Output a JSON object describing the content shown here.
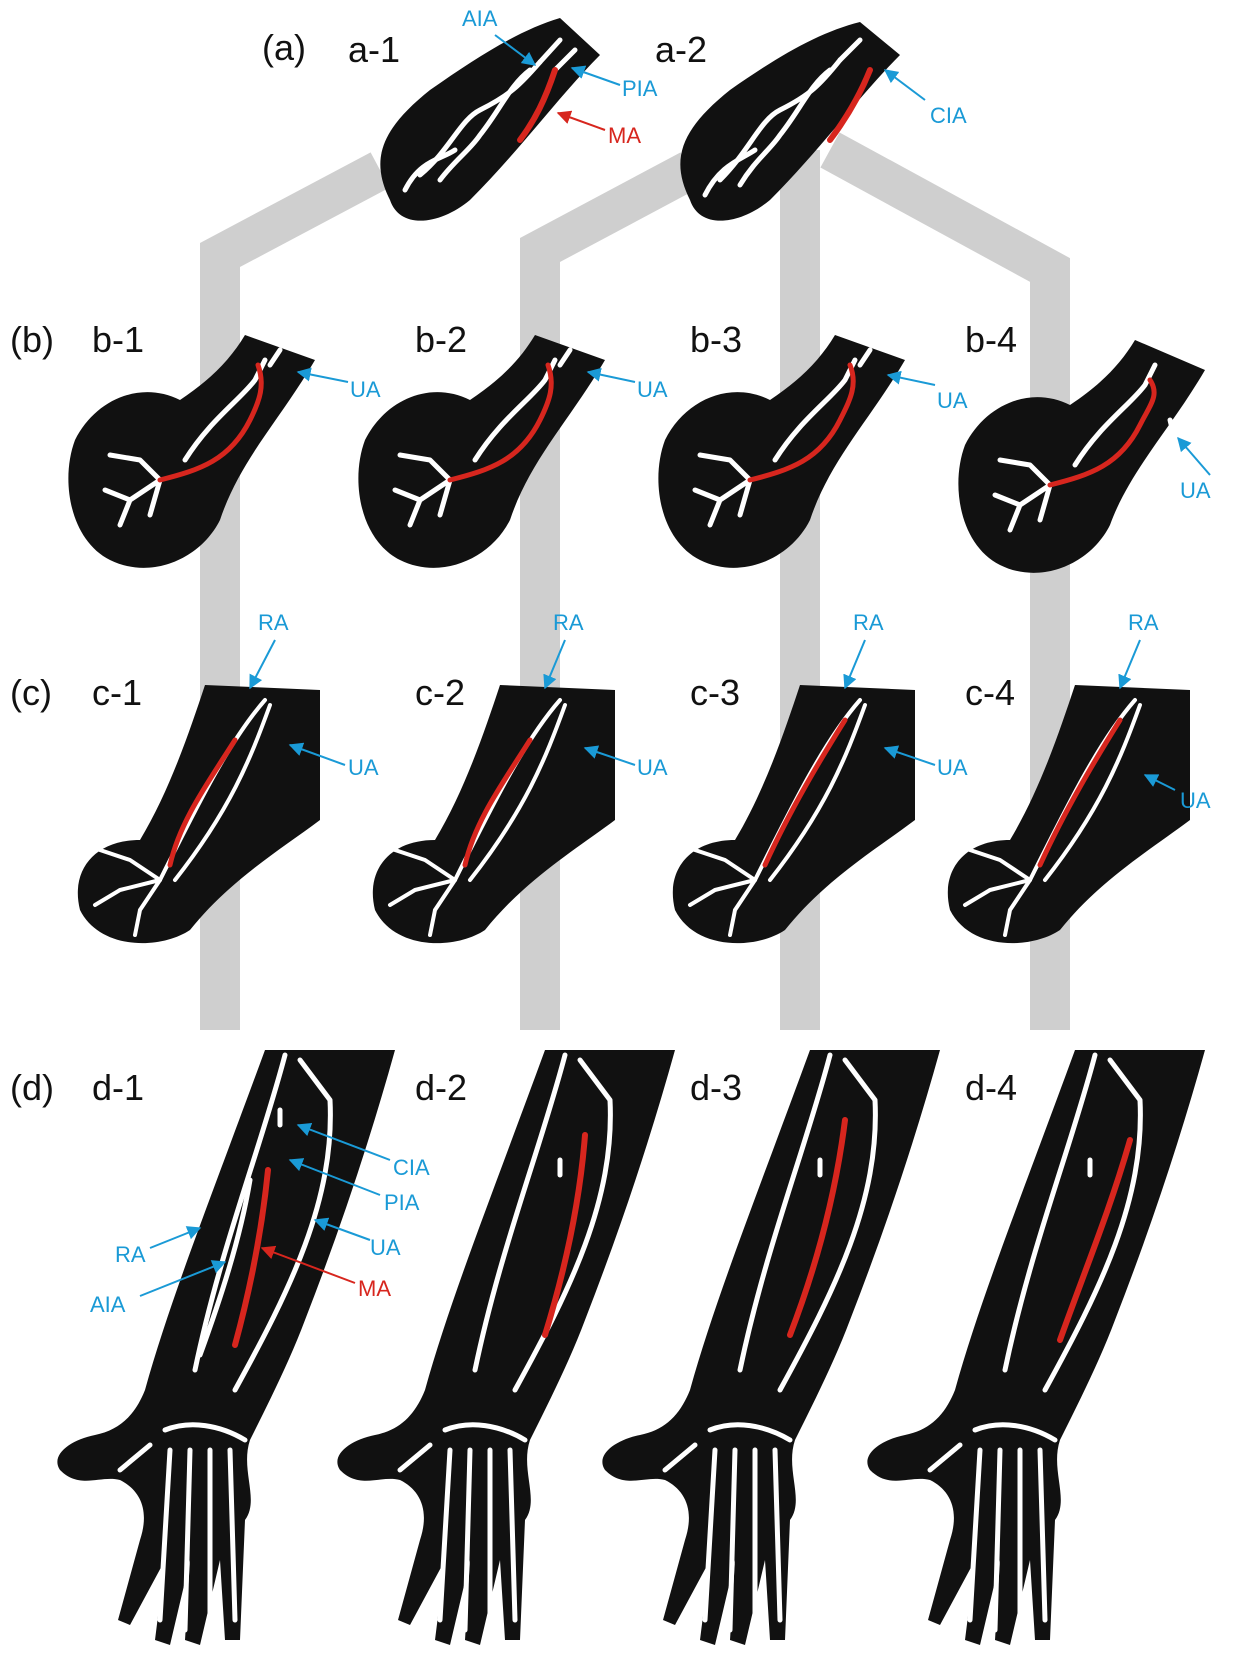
{
  "rows": [
    {
      "id": "a",
      "label": "(a)"
    },
    {
      "id": "b",
      "label": "(b)"
    },
    {
      "id": "c",
      "label": "(c)"
    },
    {
      "id": "d",
      "label": "(d)"
    }
  ],
  "panels": {
    "a1": "a-1",
    "a2": "a-2",
    "b1": "b-1",
    "b2": "b-2",
    "b3": "b-3",
    "b4": "b-4",
    "c1": "c-1",
    "c2": "c-2",
    "c3": "c-3",
    "c4": "c-4",
    "d1": "d-1",
    "d2": "d-2",
    "d3": "d-3",
    "d4": "d-4"
  },
  "abbreviations": {
    "AIA": "AIA",
    "PIA": "PIA",
    "MA": "MA",
    "CIA": "CIA",
    "UA": "UA",
    "RA": "RA"
  },
  "colors": {
    "limb": "#111111",
    "vessel": "#ffffff",
    "median_artery": "#d7261e",
    "label_blue": "#1a9ad6",
    "label_red": "#d7261e",
    "connector": "#cfcfcf"
  }
}
